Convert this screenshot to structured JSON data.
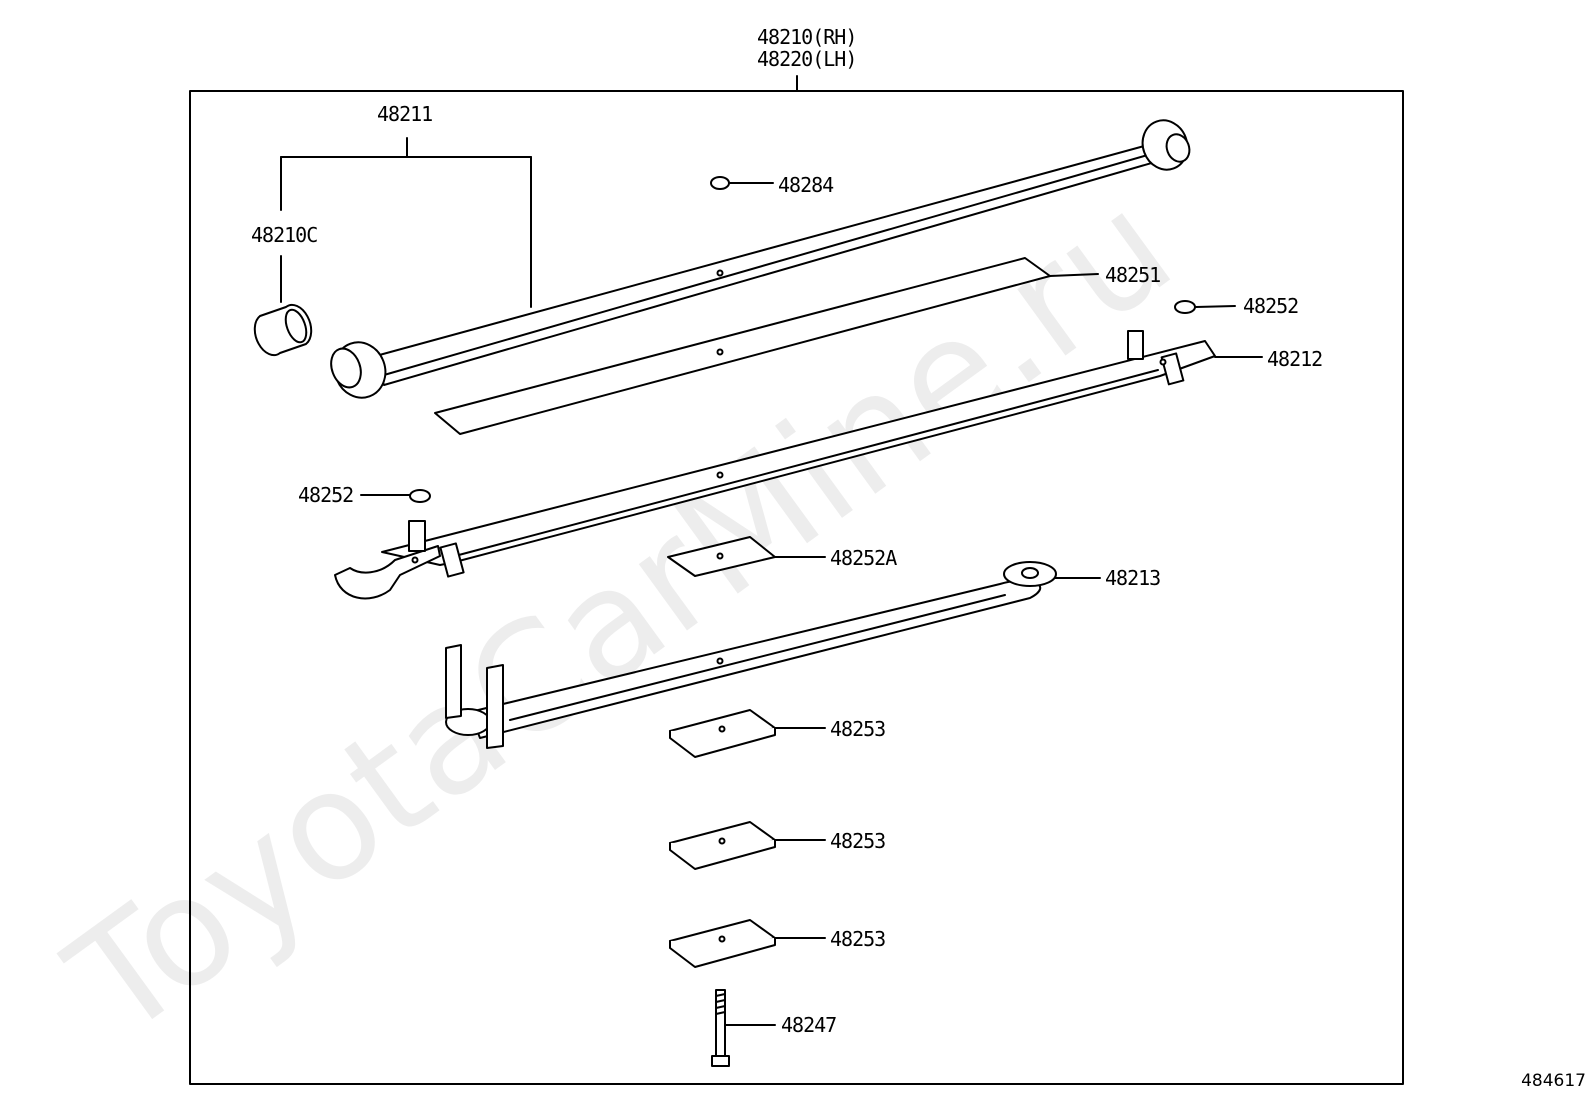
{
  "assembly": {
    "line1": "48210(RH)",
    "line2": "48220(LH)"
  },
  "parts": {
    "p48211": "48211",
    "p48210C": "48210C",
    "p48284": "48284",
    "p48251": "48251",
    "p48252_right": "48252",
    "p48212": "48212",
    "p48252_left": "48252",
    "p48252A": "48252A",
    "p48213": "48213",
    "p48253_a": "48253",
    "p48253_b": "48253",
    "p48253_c": "48253",
    "p48247": "48247"
  },
  "figure_number": "484617",
  "watermark": "ToyotaCarMine.ru"
}
